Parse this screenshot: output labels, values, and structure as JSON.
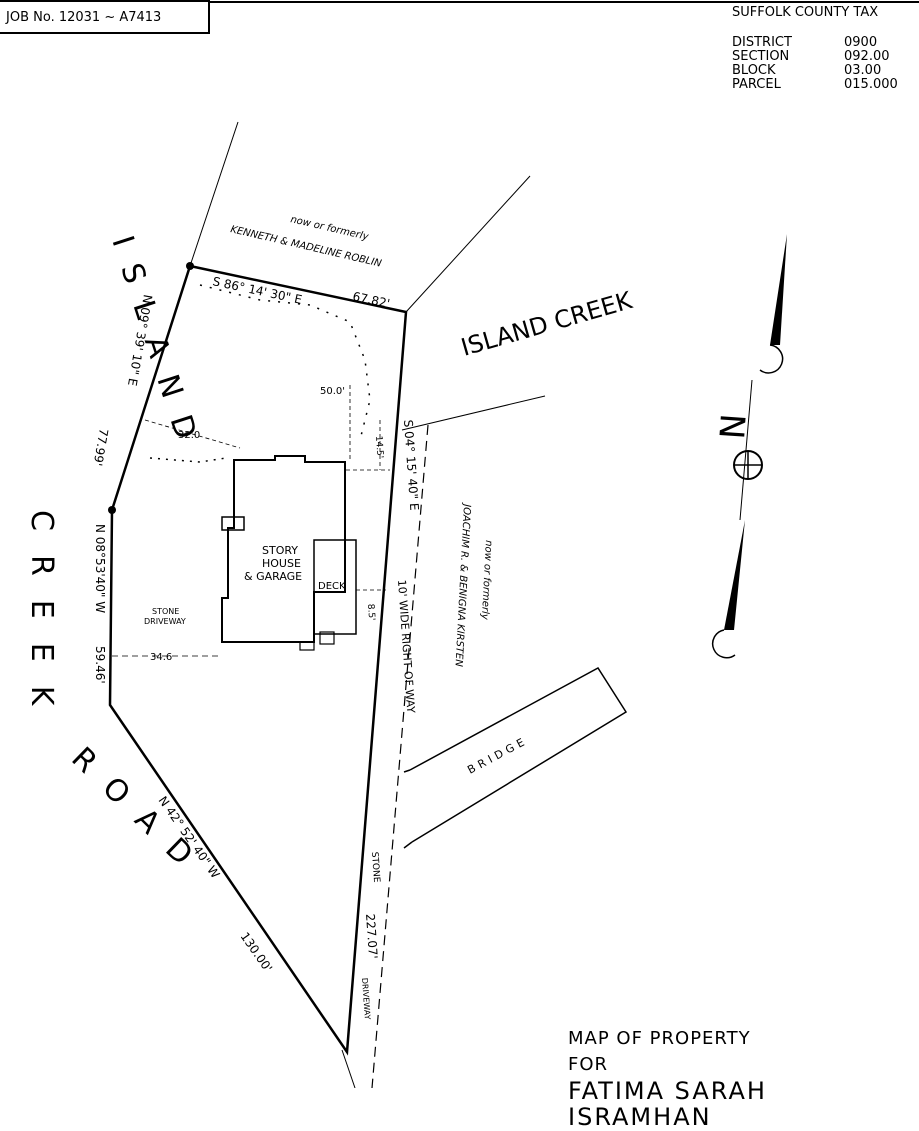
{
  "header": {
    "job_label": "JOB No. 12031 ~ A7413",
    "tax_title": "SUFFOLK COUNTY TAX",
    "tax_rows": [
      {
        "key": "DISTRICT",
        "value": "0900"
      },
      {
        "key": "SECTION",
        "value": "092.00"
      },
      {
        "key": "BLOCK",
        "value": "03.00"
      },
      {
        "key": "PARCEL",
        "value": "015.000"
      }
    ]
  },
  "labels": {
    "road_island": "ISLAND",
    "road_creek": "CREEK",
    "road_road": "ROAD",
    "water": "ISLAND CREEK",
    "north_letter": "N",
    "north_owner_note": "now or formerly",
    "north_owner": "KENNETH & MADELINE ROBLIN",
    "east_owner_note": "now or formerly",
    "east_owner": "JOACHIM R. & BENIGNA KIRSTEN",
    "house_line1": "STORY",
    "house_line2": "HOUSE",
    "house_line3": "& GARAGE",
    "deck": "DECK",
    "stone_driveway_1": "STONE",
    "stone_driveway_2": "DRIVEWAY",
    "right_of_way": "10' WIDE RIGHT OF WAY",
    "bridge": "BRIDGE",
    "stone": "STONE",
    "driveway": "DRIVEWAY"
  },
  "bearings": {
    "north_line": "S 86° 14' 30\" E",
    "north_dist": "67.82'",
    "east_line": "S 04° 15' 40\" E",
    "east_dist": "227.07'",
    "nw_line": "N 09° 39' 10\" E",
    "nw_dist": "77.99'",
    "w_line": "N 08°53'40\" W",
    "w_dist": "59.46'",
    "sw_line": "N 42° 52' 40\" W",
    "sw_dist": "130.00'"
  },
  "dimensions": {
    "d50": "50.0'",
    "d32": "32.0",
    "d14": "14.5'",
    "d8": "8.5'",
    "d34": "34.6"
  },
  "title": {
    "line1": "MAP OF PROPERTY",
    "line2": "FOR",
    "line3": "FATIMA SARAH ISRAMHAN"
  }
}
